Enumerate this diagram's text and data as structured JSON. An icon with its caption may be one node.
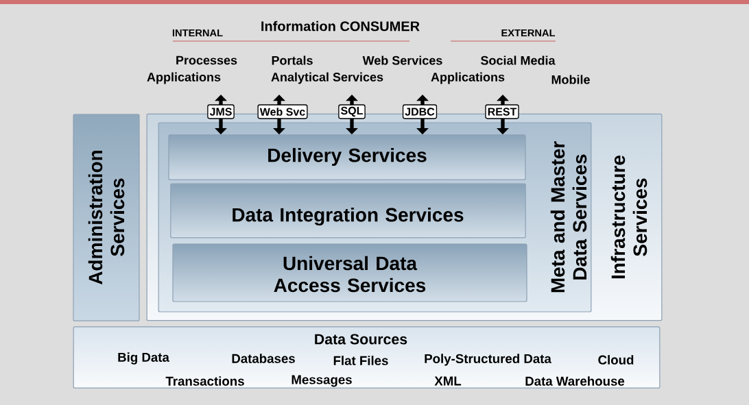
{
  "diagram": {
    "title": "Information CONSUMER",
    "nodes": [
      {
        "text": [
          "Administration Services"
        ]
      },
      {
        "text": [
          "Infrastructure Services"
        ]
      },
      {
        "text": [
          "Meta and Master Data Services"
        ],
        "in": 1
      },
      {
        "text": [
          "Delivery Services"
        ],
        "in": 2
      },
      {
        "text": [
          "Data Integration Services"
        ],
        "in": 2
      },
      {
        "text": [
          "Universal Data Access Services"
        ],
        "in": 2
      },
      {
        "text": [
          "Data Sources",
          "Big Data",
          "Databases",
          "Flat Files",
          "Poly-Structured Data",
          "Cloud",
          "Transactions",
          "Messages",
          "XML",
          "Data Warehouse"
        ]
      }
    ],
    "edges": [
      {
        "from": null,
        "to": 3,
        "arrow": "both",
        "label": "JMS"
      },
      {
        "from": null,
        "to": 3,
        "arrow": "both",
        "label": "Web Svc"
      },
      {
        "from": null,
        "to": 3,
        "arrow": "both",
        "label": "SQL"
      },
      {
        "from": null,
        "to": 3,
        "arrow": "both",
        "label": "JDBC"
      },
      {
        "from": null,
        "to": 3,
        "arrow": "both",
        "label": "REST"
      }
    ],
    "labels": [
      "INTERNAL",
      "EXTERNAL",
      "Processes",
      "Portals",
      "Web Services",
      "Social Media",
      "Applications",
      "Analytical Services",
      "Applications",
      "Mobile"
    ]
  }
}
